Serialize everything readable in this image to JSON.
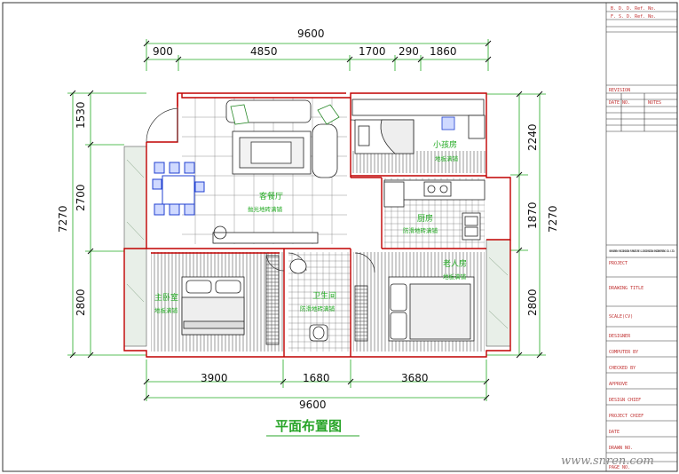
{
  "dimensions": {
    "top_total": "9600",
    "top_segments": [
      "900",
      "4850",
      "1700",
      "290",
      "1860"
    ],
    "bottom_segments": [
      "3900",
      "1680",
      "3680"
    ],
    "bottom_total": "9600",
    "left_total": "7270",
    "left_segments": [
      "1530",
      "2700",
      "2800"
    ],
    "right_total": "7270",
    "right_segments": [
      "2240",
      "1870",
      "2800"
    ]
  },
  "rooms": {
    "living": {
      "name": "客餐厅",
      "floor": "抛光地砖满铺"
    },
    "small_bedroom": {
      "name": "小孩房",
      "floor": "地板满铺"
    },
    "kitchen": {
      "name": "厨房",
      "floor": "防滑地砖满铺"
    },
    "master_bedroom": {
      "name": "主卧室",
      "floor": "地板满铺"
    },
    "bathroom": {
      "name": "卫生间",
      "floor": "防滑地砖满铺"
    },
    "elder_room": {
      "name": "老人房",
      "floor": "地板满铺"
    }
  },
  "drawing_title": "平面布置图",
  "title_block": {
    "bdd_ref": "B. D. D. Ref. No.",
    "fsd_ref": "F. S. D. Ref. No.",
    "company": "SHENZHEN SHIJINGXIN FURNITURE & DECORATION ENGINEERING CO. LTD.",
    "revision": "REVISION",
    "date_no": "DATE NO.",
    "notes": "NOTES",
    "project": "PROJECT",
    "drawing_title": "DRAWING TITLE",
    "scale": "SCALE(CV)",
    "designer": "DESIGNER",
    "computer_by": "COMPUTER BY",
    "checked_by": "CHECKED BY",
    "approve": "APPROVE",
    "design_chief": "DESIGN CHIEF",
    "project_chief": "PROJECT CHIEF",
    "date": "DATE",
    "drawn_no": "DRAWN NO.",
    "page_no": "PAGE NO."
  },
  "watermark": "www.snren.com",
  "colors": {
    "walls": "#c00000",
    "dimension_lines": "#22aa22",
    "room_text": "#22aa22",
    "furniture": "#1a1a1a",
    "dining_chairs": "#2040d0"
  }
}
